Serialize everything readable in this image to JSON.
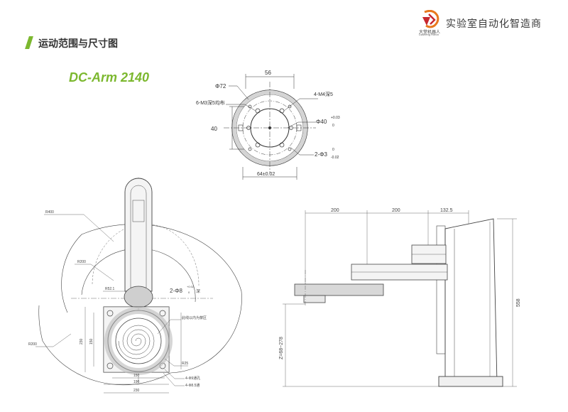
{
  "brand": {
    "name_cn": "大堂机器人",
    "name_en": "Dasheng Robot",
    "slogan": "实验室自动化智造商",
    "accent": "#7cb82f",
    "logo_icon": "dasheng-logo-icon"
  },
  "section": {
    "title": "运动范围与尺寸图"
  },
  "model": "DC-Arm 2140",
  "flange": {
    "phi72": "Φ72",
    "w56": "56",
    "h40": "40",
    "holes_6m3": "6-M3深5均布",
    "holes_4m4": "4-M4深5",
    "phi40": "Φ40",
    "phi40_tol_upper": "+0.03",
    "phi40_tol_lower": "0",
    "phi3": "2-Φ3",
    "phi3_tol_upper": "0",
    "phi3_tol_lower": "-0.02",
    "w64": "64±0.02"
  },
  "top_view": {
    "r400": "R400",
    "r200": "R200",
    "r200_b": "R200",
    "r52": "R52.1",
    "phi8": "2-Φ8",
    "phi8_tol_upper": "+0.02",
    "phi8_tol_lower": "0",
    "phi8_depth": "深",
    "no_zone": "此线以内为禁区",
    "r25": "R25",
    "holes_a": "4-Φ9通孔",
    "holes_b": "4-Φ8.5通",
    "d150": "150",
    "d230": "230",
    "d230_v": "230",
    "d150_v": "150",
    "d190": "190"
  },
  "side_view": {
    "d200_a": "200",
    "d200_b": "200",
    "d132": "132.5",
    "h558": "558",
    "z_range": "Z=68~278"
  }
}
